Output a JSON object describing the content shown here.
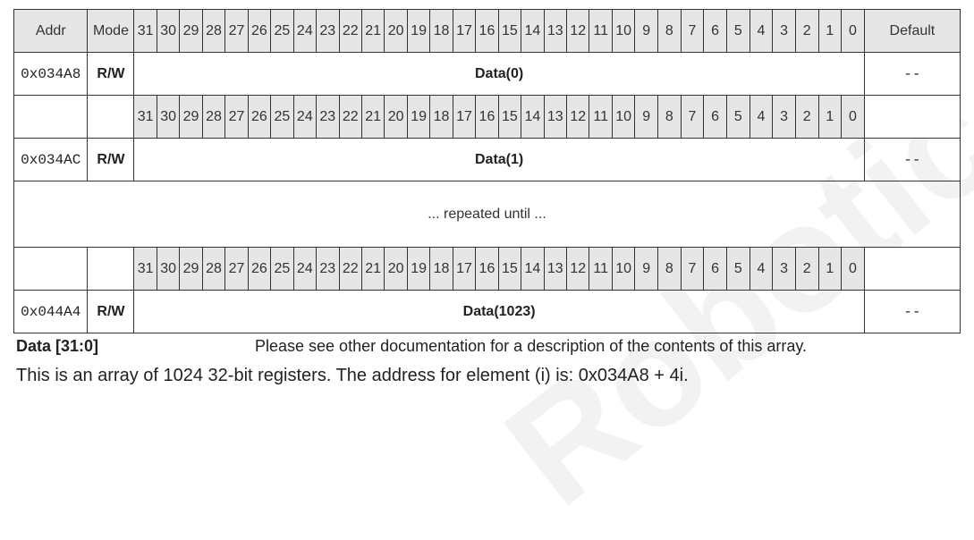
{
  "header": {
    "addr": "Addr",
    "mode": "Mode",
    "default": "Default"
  },
  "bits": [
    "31",
    "30",
    "29",
    "28",
    "27",
    "26",
    "25",
    "24",
    "23",
    "22",
    "21",
    "20",
    "19",
    "18",
    "17",
    "16",
    "15",
    "14",
    "13",
    "12",
    "11",
    "10",
    "9",
    "8",
    "7",
    "6",
    "5",
    "4",
    "3",
    "2",
    "1",
    "0"
  ],
  "registers": [
    {
      "addr": "0x034A8",
      "mode": "R/W",
      "data": "Data(0)",
      "default": "--"
    },
    {
      "addr": "0x034AC",
      "mode": "R/W",
      "data": "Data(1)",
      "default": "--"
    },
    {
      "addr": "0x044A4",
      "mode": "R/W",
      "data": "Data(1023)",
      "default": "--"
    }
  ],
  "repeated_text": "... repeated until ...",
  "field": {
    "name": "Data [31:0]",
    "description": "Please see other documentation for a description of the contents of this array."
  },
  "summary": "This is an array of 1024 32-bit registers. The address for element (i) is: 0x034A8 + 4i.",
  "watermark": "Robotic"
}
